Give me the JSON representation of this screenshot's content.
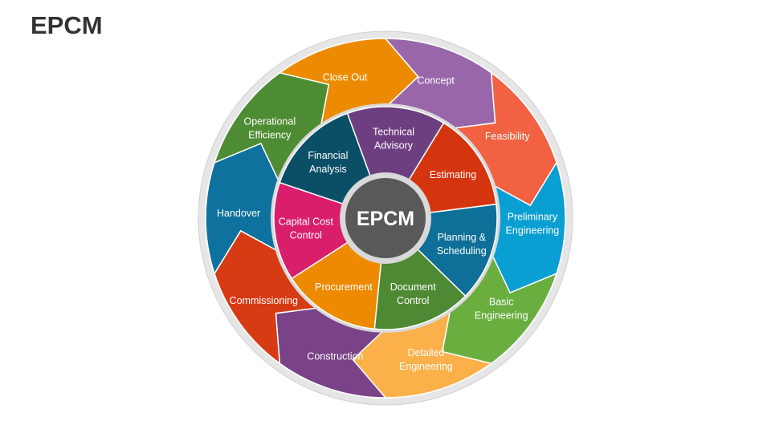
{
  "title": "EPCM",
  "center": {
    "label": "EPCM"
  },
  "outer_ring": [
    {
      "label": [
        "Close Out"
      ],
      "color": "#ED8B00"
    },
    {
      "label": [
        "Concept"
      ],
      "color": "#9966AA"
    },
    {
      "label": [
        "Feasibility"
      ],
      "color": "#F26141"
    },
    {
      "label": [
        "Preliminary",
        "Engineering"
      ],
      "color": "#0A9FD3"
    },
    {
      "label": [
        "Basic",
        "Engineering"
      ],
      "color": "#6AAE3F"
    },
    {
      "label": [
        "Detailed",
        "Engineering"
      ],
      "color": "#FBB04A"
    },
    {
      "label": [
        "Construction"
      ],
      "color": "#7A4287"
    },
    {
      "label": [
        "Commissioning"
      ],
      "color": "#D63B14"
    },
    {
      "label": [
        "Handover"
      ],
      "color": "#0F719E"
    },
    {
      "label": [
        "Operational",
        "Efficiency"
      ],
      "color": "#4E8C34"
    }
  ],
  "inner_ring": [
    {
      "label": [
        "Technical",
        "Advisory"
      ],
      "color": "#6E3F80"
    },
    {
      "label": [
        "Estimating"
      ],
      "color": "#D4350F"
    },
    {
      "label": [
        "Planning &",
        "Scheduling"
      ],
      "color": "#0E6F98"
    },
    {
      "label": [
        "Document",
        "Control"
      ],
      "color": "#4E8A33"
    },
    {
      "label": [
        "Procurement"
      ],
      "color": "#EE8A00"
    },
    {
      "label": [
        "Capital Cost",
        "Control"
      ],
      "color": "#D91E6B"
    },
    {
      "label": [
        "Financial",
        "Analysis"
      ],
      "color": "#0B4F67"
    }
  ],
  "colors": {
    "outer_rim": "#E0E0E0",
    "inner_rim": "#DADADA",
    "hub": "#595959",
    "title": "#333333"
  }
}
